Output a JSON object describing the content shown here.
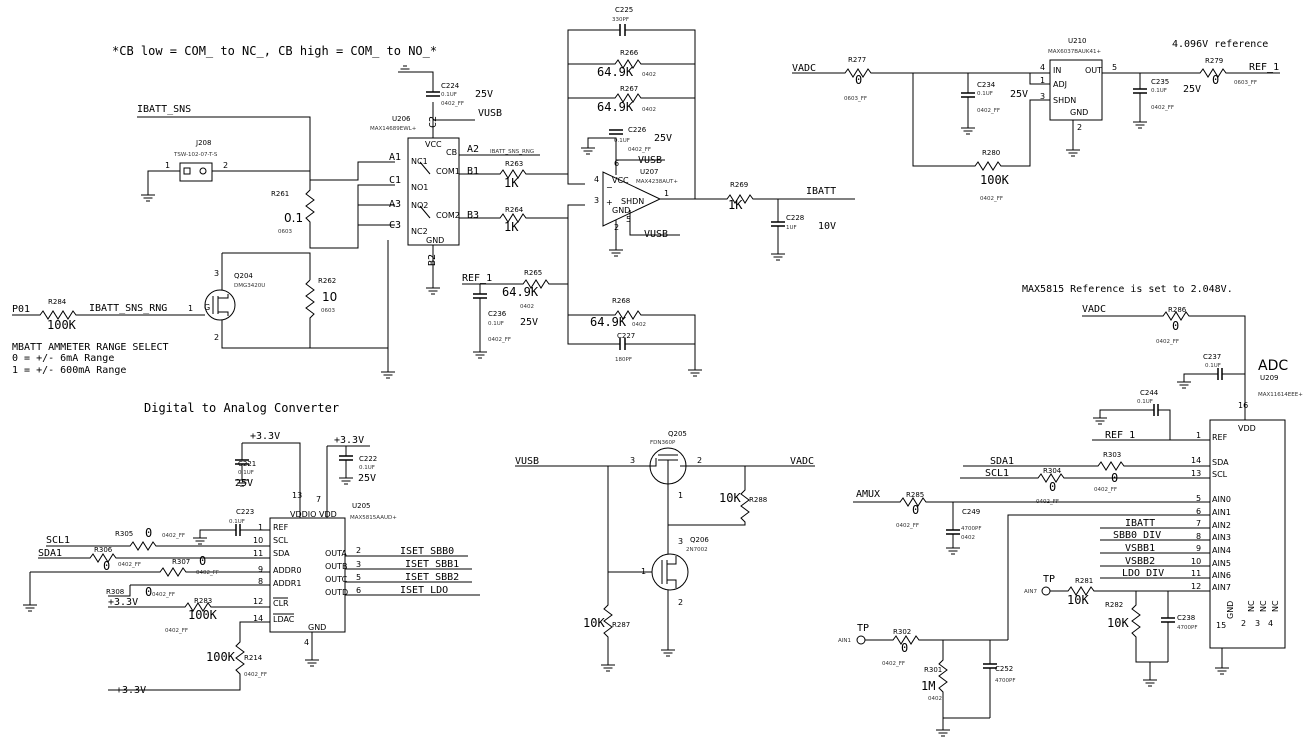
{
  "notes": {
    "switch_note": "*CB low = COM_ to NC_, CB high = COM_ to NO_*",
    "ref_4096": "4.096V reference",
    "dac_title": "Digital to Analog Converter",
    "max5815_note": "MAX5815 Reference is set to 2.048V.",
    "range_select_1": "MBATT AMMETER RANGE SELECT",
    "range_select_2": "0 = +/- 6mA Range",
    "range_select_3": "1 = +/- 600mA Range",
    "adc_title": "ADC"
  },
  "nets": {
    "ibatt_sns": "IBATT_SNS",
    "vusb": "VUSB",
    "ibatt_sns_rng_small": "IBATT_SNS_RNG",
    "ibatt": "IBATT",
    "ibatt2": "IBATT",
    "ref_1": "REF_1",
    "ref_1b": "REF_1",
    "ref_1c": "REF_1",
    "vadc": "VADC",
    "vadc2": "VADC",
    "vadc3": "VADC",
    "p01": "P01",
    "ibatt_sns_rng": "IBATT_SNS_RNG",
    "plus33a": "+3.3V",
    "plus33b": "+3.3V",
    "plus33c": "+3.3V",
    "plus33d": "+3.3V",
    "scl1": "SCL1",
    "sda1": "SDA1",
    "sda1b": "SDA1",
    "scl1b": "SCL1",
    "iset_sbb0": "ISET_SBB0",
    "iset_sbb1": "ISET_SBB1",
    "iset_sbb2": "ISET_SBB2",
    "iset_ldo": "ISET_LDO",
    "vusb2": "VUSB",
    "amux": "AMUX",
    "sbb0_div": "SBB0_DIV",
    "vsbb1": "VSBB1",
    "vsbb2": "VSBB2",
    "ldo_div": "LDO_DIV",
    "tp1": "TP",
    "tp2": "TP",
    "a1": "A1",
    "c1": "C1",
    "a3": "A3",
    "c3": "C3",
    "a2": "A2",
    "b1": "B1",
    "b3": "B3",
    "b2": "B2",
    "c2": "C2",
    "vusb_u206": "VUSB",
    "vusb_u207": "VUSB",
    "vusb_u207b": "VUSB"
  },
  "components": {
    "c225": {
      "ref": "C225",
      "val": "330PF"
    },
    "r266": {
      "ref": "R266",
      "val": "64.9K",
      "pkg": "0402"
    },
    "r267": {
      "ref": "R267",
      "val": "64.9K",
      "pkg": "0402"
    },
    "c224": {
      "ref": "C224",
      "val": "0.1UF",
      "pkg": "0402_FF",
      "v": "25V"
    },
    "c226": {
      "ref": "C226",
      "val": "0.1UF",
      "pkg": "0402_FF",
      "v": "25V"
    },
    "j208": {
      "ref": "J208",
      "val": "TSW-102-07-T-S"
    },
    "r261": {
      "ref": "R261",
      "val": "0.1",
      "pkg": "0603"
    },
    "u206": {
      "ref": "U206",
      "val": "MAX14689EWL+"
    },
    "r263": {
      "ref": "R263",
      "val": "1K"
    },
    "r264": {
      "ref": "R264",
      "val": "1K"
    },
    "u207": {
      "ref": "U207",
      "val": "MAX4238AUT+"
    },
    "r269": {
      "ref": "R269",
      "val": "1K"
    },
    "c228": {
      "ref": "C228",
      "val": "1UF",
      "v": "10V"
    },
    "q204": {
      "ref": "Q204",
      "val": "DMG3420U"
    },
    "r262": {
      "ref": "R262",
      "val": "10",
      "pkg": "0603"
    },
    "r284": {
      "ref": "R284",
      "val": "100K"
    },
    "r265": {
      "ref": "R265",
      "val": "64.9K",
      "pkg": "0402"
    },
    "c236": {
      "ref": "C236",
      "val": "0.1UF",
      "pkg": "0402_FF",
      "v": "25V"
    },
    "r268": {
      "ref": "R268",
      "val": "64.9K",
      "pkg": "0402"
    },
    "c227": {
      "ref": "C227",
      "val": "180PF"
    },
    "r277": {
      "ref": "R277",
      "val": "0",
      "pkg": "0603_FF"
    },
    "c234": {
      "ref": "C234",
      "val": "0.1UF",
      "pkg": "0402_FF",
      "v": "25V"
    },
    "u210": {
      "ref": "U210",
      "val": "MAX6037BAUK41+"
    },
    "r280": {
      "ref": "R280",
      "val": "100K",
      "pkg": "0402_FF"
    },
    "c235": {
      "ref": "C235",
      "val": "0.1UF",
      "pkg": "0402_FF",
      "v": "25V"
    },
    "r279": {
      "ref": "R279",
      "val": "0",
      "pkg": "0603_FF"
    },
    "c221": {
      "ref": "C221",
      "val": "0.1UF",
      "v": "25V"
    },
    "c222": {
      "ref": "C222",
      "val": "0.1UF",
      "v": "25V"
    },
    "c223": {
      "ref": "C223",
      "val": "0.1UF"
    },
    "u205": {
      "ref": "U205",
      "val": "MAX5815AAUD+"
    },
    "r305": {
      "ref": "R305",
      "val": "0",
      "pkg": "0402_FF"
    },
    "r306": {
      "ref": "R306",
      "val": "0",
      "pkg": "0402_FF"
    },
    "r307": {
      "ref": "R307",
      "val": "0",
      "pkg": "0402_FF"
    },
    "r308": {
      "ref": "R308",
      "val": "0",
      "pkg": "0402_FF"
    },
    "r283": {
      "ref": "R283",
      "val": "100K",
      "pkg": "0402_FF"
    },
    "r214": {
      "ref": "R214",
      "val": "100K",
      "pkg": "0402_FF"
    },
    "q205": {
      "ref": "Q205",
      "val": "FDN360P"
    },
    "r288": {
      "ref": "R288",
      "val": "10K"
    },
    "q206": {
      "ref": "Q206",
      "val": "2N7002"
    },
    "r287": {
      "ref": "R287",
      "val": "10K"
    },
    "r286": {
      "ref": "R286",
      "val": "0",
      "pkg": "0402_FF"
    },
    "c237": {
      "ref": "C237",
      "val": "0.1UF"
    },
    "c244": {
      "ref": "C244",
      "val": "0.1UF"
    },
    "u209": {
      "ref": "U209",
      "val": "MAX11614EEE+"
    },
    "r303": {
      "ref": "R303",
      "val": "0",
      "pkg": "0402_FF"
    },
    "r304": {
      "ref": "R304",
      "val": "0",
      "pkg": "0402_FF"
    },
    "r285": {
      "ref": "R285",
      "val": "0",
      "pkg": "0402_FF"
    },
    "c249": {
      "ref": "C249",
      "val": "4700PF",
      "pkg": "0402"
    },
    "r281": {
      "ref": "R281",
      "val": "10K"
    },
    "r282": {
      "ref": "R282",
      "val": "10K"
    },
    "c238": {
      "ref": "C238",
      "val": "4700PF"
    },
    "r302": {
      "ref": "R302",
      "val": "0",
      "pkg": "0402_FF"
    },
    "r301": {
      "ref": "R301",
      "val": "1M",
      "pkg": "0402"
    },
    "c252": {
      "ref": "C252",
      "val": "4700PF"
    }
  },
  "pins": {
    "u206": {
      "vcc": "VCC",
      "cb": "CB",
      "nc1": "NC1",
      "com1": "COM1",
      "no1": "NO1",
      "no2": "NO2",
      "com2": "COM2",
      "nc2": "NC2",
      "gnd": "GND"
    },
    "u207": {
      "vcc": "VCC",
      "shdn": "SHDN",
      "gnd": "GND",
      "p6": "6",
      "p4": "4",
      "p3": "3",
      "p1": "1",
      "p5": "5",
      "p2": "2"
    },
    "u210": {
      "in": "IN",
      "adj": "ADJ",
      "shdn": "SHDN",
      "out": "OUT",
      "gnd": "GND",
      "p4": "4",
      "p1": "1",
      "p3": "3",
      "p5": "5",
      "p2": "2"
    },
    "u205": {
      "ref": "REF",
      "scl": "SCL",
      "sda": "SDA",
      "addr0": "ADDR0",
      "addr1": "ADDR1",
      "clr": "CLR",
      "ldac": "LDAC",
      "vddio": "VDDIO",
      "vdd": "VDD",
      "gnd": "GND",
      "outa": "OUTA",
      "outb": "OUTB",
      "outc": "OUTC",
      "outd": "OUTD",
      "p1": "1",
      "p10": "10",
      "p11": "11",
      "p9": "9",
      "p8": "8",
      "p12": "12",
      "p14": "14",
      "p13": "13",
      "p7": "7",
      "p4": "4",
      "p2": "2",
      "p3": "3",
      "p5": "5",
      "p6": "6"
    },
    "u209": {
      "vdd": "VDD",
      "ref": "REF",
      "sda": "SDA",
      "scl": "SCL",
      "ain0": "AIN0",
      "ain1": "AIN1",
      "ain2": "AIN2",
      "ain3": "AIN3",
      "ain4": "AIN4",
      "ain5": "AIN5",
      "ain6": "AIN6",
      "ain7": "AIN7",
      "gnd": "GND",
      "nc": "NC",
      "p16": "16",
      "p1": "1",
      "p14": "14",
      "p13": "13",
      "p5": "5",
      "p6": "6",
      "p7": "7",
      "p8": "8",
      "p9": "9",
      "p10": "10",
      "p11": "11",
      "p12": "12",
      "p15": "15",
      "p2": "2",
      "p3": "3",
      "p4": "4"
    },
    "ain7_flag": "AIN7",
    "ain1_flag": "AIN1",
    "q204_g": "G",
    "q204_1": "1",
    "q204_2": "2",
    "q204_3": "3",
    "q205_3": "3",
    "q205_2": "2",
    "q205_1": "1",
    "q206_1": "1",
    "q206_3": "3",
    "q206_2": "2",
    "j208_1": "1",
    "j208_2": "2"
  }
}
